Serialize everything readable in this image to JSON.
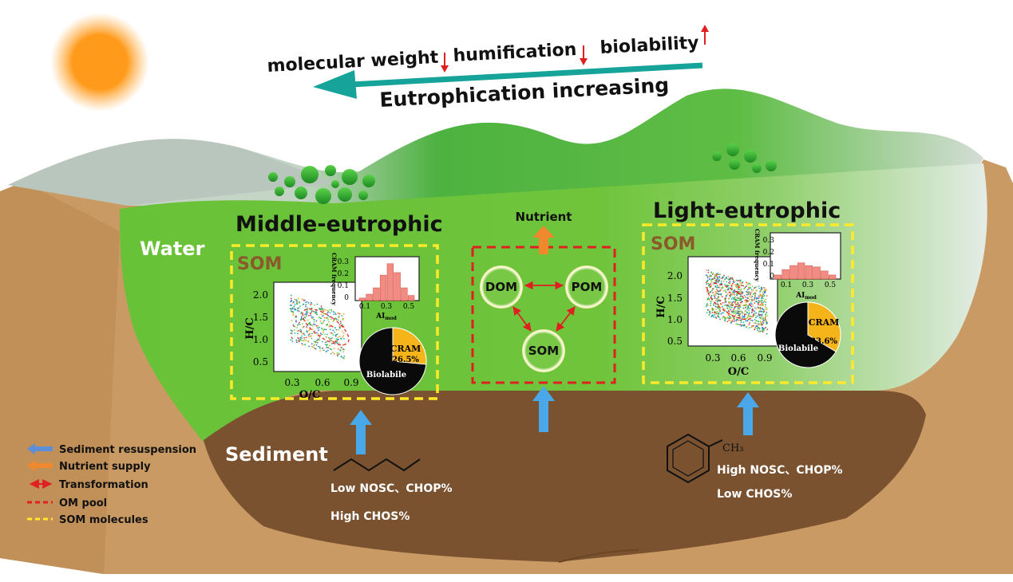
{
  "header": {
    "molecular_weight": "molecular weight",
    "humification": "humification",
    "biolability": "biolability",
    "eutrophication": "Eutrophication increasing"
  },
  "zones": {
    "water": "Water",
    "sediment": "Sediment"
  },
  "middle": {
    "title": "Middle-eutrophic",
    "som": "SOM",
    "pie_cram_label": "CRAM",
    "pie_cram_value": "26.5%",
    "pie_cram_fraction": 0.265,
    "pie_other": "Biolabile",
    "scatter_xlabel": "O/C",
    "scatter_ylabel": "H/C",
    "scatter_xticks": [
      "0.3",
      "0.6",
      "0.9"
    ],
    "scatter_yticks": [
      "2.0",
      "1.5",
      "1.0",
      "0.5"
    ],
    "hist_ylabel": "CRAM frequency",
    "hist_xlabel_main": "AI",
    "hist_xlabel_sub": "mod",
    "hist_yticks": [
      "0.3",
      "0.2",
      "0.1",
      "0"
    ],
    "hist_xticks": [
      "0.1",
      "0.3",
      "0.5"
    ],
    "hist_values": [
      0.02,
      0.05,
      0.1,
      0.2,
      0.29,
      0.22,
      0.1,
      0.04
    ],
    "features": [
      "Low NOSC、CHOP%",
      "High CHOS%"
    ]
  },
  "light": {
    "title": "Light-eutrophic",
    "som": "SOM",
    "pie_cram_label": "CRAM",
    "pie_cram_value": "33.6%",
    "pie_cram_fraction": 0.336,
    "pie_other": "Biolabile",
    "scatter_xlabel": "O/C",
    "scatter_ylabel": "H/C",
    "scatter_xticks": [
      "0.3",
      "0.6",
      "0.9"
    ],
    "scatter_yticks": [
      "2.0",
      "1.5",
      "1.0",
      "0.5"
    ],
    "hist_ylabel": "CRAM frequency",
    "hist_xlabel_main": "AI",
    "hist_xlabel_sub": "mod",
    "hist_yticks": [
      "0.3",
      "0.2",
      "0.1",
      "0"
    ],
    "hist_xticks": [
      "0.1",
      "0.3",
      "0.5"
    ],
    "hist_values": [
      0.03,
      0.07,
      0.1,
      0.12,
      0.1,
      0.09,
      0.06,
      0.03
    ],
    "features": [
      "High NOSC、CHOP%",
      "Low CHOS%"
    ],
    "methyl": "CH₃"
  },
  "pool": {
    "nutrient": "Nutrient",
    "dom": "DOM",
    "pom": "POM",
    "som": "SOM"
  },
  "legend": {
    "items": [
      {
        "label": "Sediment resuspension",
        "symbol": "blue-arrow",
        "color": "#5b8fd9"
      },
      {
        "label": "Nutrient supply",
        "symbol": "orange-arrow",
        "color": "#f0892e"
      },
      {
        "label": "Transformation",
        "symbol": "double-red-arrow",
        "color": "#e02020"
      },
      {
        "label": "OM pool",
        "symbol": "red-dashed-line",
        "color": "#e02020"
      },
      {
        "label": "SOM molecules",
        "symbol": "yellow-dashed-line",
        "color": "#ffea2a"
      }
    ]
  },
  "colors": {
    "water_green": "#6fc43a",
    "sediment_brown": "#7a5230",
    "soil_tan": "#c99a63",
    "arrow_teal": "#16a39a",
    "down_red": "#e02020",
    "cram_gold": "#f4b41a",
    "som_brown": "#8a5a2b"
  }
}
